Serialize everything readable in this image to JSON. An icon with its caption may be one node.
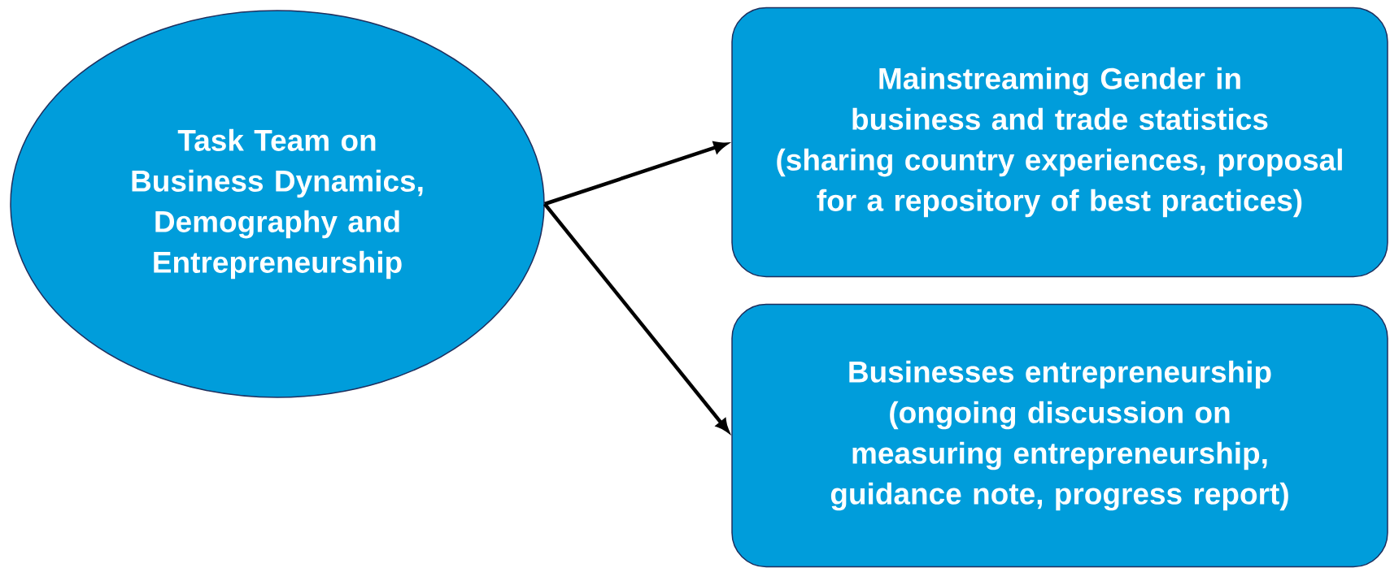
{
  "diagram": {
    "nodes": [
      {
        "text": [
          "Task Team on Business Dynamics, Demography and Entrepreneurship"
        ]
      },
      {
        "text": [
          "Mainstreaming Gender in business and trade statistics",
          "(sharing country experiences, proposal for a repository of best practices)"
        ]
      },
      {
        "text": [
          "Businesses entrepreneurship",
          "(ongoing discussion on measuring entrepreneurship, guidance note, progress report)"
        ]
      }
    ],
    "edges": [
      {
        "from": 0,
        "to": 1,
        "arrow": "to"
      },
      {
        "from": 0,
        "to": 2,
        "arrow": "to"
      }
    ]
  }
}
